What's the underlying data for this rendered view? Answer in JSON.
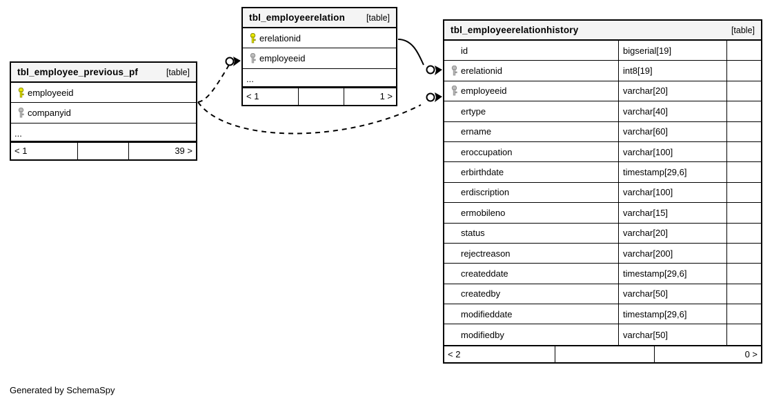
{
  "diagram": {
    "caption": "Generated by SchemaSpy",
    "table_tag": "[table]",
    "ellipsis": "...",
    "colors": {
      "primary_key": "#e8e800",
      "foreign_key": "#b4b4b4",
      "header_bg": "#f4f4f4",
      "border": "#000000",
      "background": "#ffffff"
    }
  },
  "tables": [
    {
      "id": "tbl-previous-pf",
      "name": "tbl_employee_previous_pf",
      "tag": "[table]",
      "columns": [
        {
          "name": "employeeid",
          "key": "primary",
          "type": ""
        },
        {
          "name": "companyid",
          "key": "foreign",
          "type": ""
        }
      ],
      "has_ellipsis": true,
      "footer": {
        "left": "< 1",
        "middle": "",
        "right": "39 >"
      }
    },
    {
      "id": "tbl-employeerelation",
      "name": "tbl_employeerelation",
      "tag": "[table]",
      "columns": [
        {
          "name": "erelationid",
          "key": "primary",
          "type": ""
        },
        {
          "name": "employeeid",
          "key": "foreign",
          "type": ""
        }
      ],
      "has_ellipsis": true,
      "footer": {
        "left": "< 1",
        "middle": "",
        "right": "1 >"
      }
    },
    {
      "id": "tbl-history",
      "name": "tbl_employeerelationhistory",
      "tag": "[table]",
      "columns": [
        {
          "name": "id",
          "key": "none",
          "type": "bigserial[19]"
        },
        {
          "name": "erelationid",
          "key": "foreign",
          "type": "int8[19]"
        },
        {
          "name": "employeeid",
          "key": "foreign",
          "type": "varchar[20]"
        },
        {
          "name": "ertype",
          "key": "none",
          "type": "varchar[40]"
        },
        {
          "name": "ername",
          "key": "none",
          "type": "varchar[60]"
        },
        {
          "name": "eroccupation",
          "key": "none",
          "type": "varchar[100]"
        },
        {
          "name": "erbirthdate",
          "key": "none",
          "type": "timestamp[29,6]"
        },
        {
          "name": "erdiscription",
          "key": "none",
          "type": "varchar[100]"
        },
        {
          "name": "ermobileno",
          "key": "none",
          "type": "varchar[15]"
        },
        {
          "name": "status",
          "key": "none",
          "type": "varchar[20]"
        },
        {
          "name": "rejectreason",
          "key": "none",
          "type": "varchar[200]"
        },
        {
          "name": "createddate",
          "key": "none",
          "type": "timestamp[29,6]"
        },
        {
          "name": "createdby",
          "key": "none",
          "type": "varchar[50]"
        },
        {
          "name": "modifieddate",
          "key": "none",
          "type": "timestamp[29,6]"
        },
        {
          "name": "modifiedby",
          "key": "none",
          "type": "varchar[50]"
        }
      ],
      "has_ellipsis": false,
      "footer": {
        "left": "< 2",
        "middle": "",
        "right": "0 >"
      }
    }
  ],
  "relationships": [
    {
      "name": "previous-pf-to-employeerelation",
      "style": "dashed",
      "from_table": "tbl_employee_previous_pf",
      "to_table": "tbl_employeerelation",
      "to_column": "employeeid",
      "cardinality": "zero-or-many"
    },
    {
      "name": "previous-pf-to-history",
      "style": "dashed",
      "from_table": "tbl_employee_previous_pf",
      "to_table": "tbl_employeerelationhistory",
      "to_column": "employeeid",
      "cardinality": "zero-or-many"
    },
    {
      "name": "employeerelation-to-history",
      "style": "solid",
      "from_table": "tbl_employeerelation",
      "from_column": "erelationid",
      "to_table": "tbl_employeerelationhistory",
      "to_column": "erelationid",
      "cardinality": "zero-or-many"
    }
  ]
}
